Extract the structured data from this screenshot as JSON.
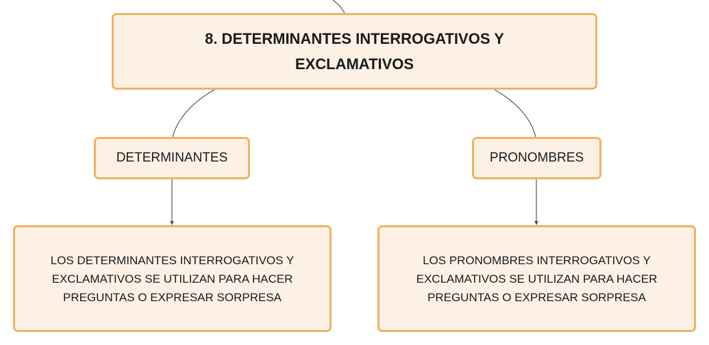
{
  "main_topic": {
    "title": "8. DETERMINANTES INTERROGATIVOS Y EXCLAMATIVOS"
  },
  "branches": [
    {
      "label": "DETERMINANTES",
      "description": "LOS DETERMINANTES INTERROGATIVOS Y EXCLAMATIVOS SE UTILIZAN PARA HACER PREGUNTAS O EXPRESAR SORPRESA"
    },
    {
      "label": "PRONOMBRES",
      "description": "LOS PRONOMBRES INTERROGATIVOS Y EXCLAMATIVOS SE UTILIZAN PARA HACER PREGUNTAS O EXPRESAR SORPRESA"
    }
  ],
  "colors": {
    "node_fill": "#fdf1e6",
    "node_border": "#f0b35f",
    "connector": "#555555"
  }
}
